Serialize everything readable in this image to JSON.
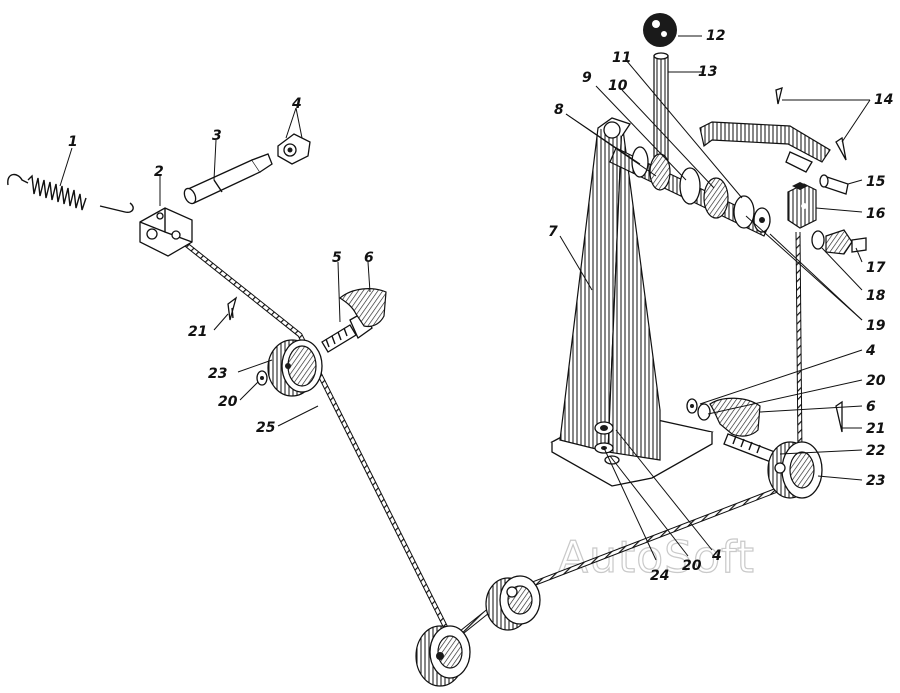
{
  "watermark": "AutoSoft",
  "callouts": {
    "c1": "1",
    "c2": "2",
    "c3": "3",
    "c4a": "4",
    "c5": "5",
    "c6a": "6",
    "c7": "7",
    "c8": "8",
    "c9": "9",
    "c10": "10",
    "c11": "11",
    "c12": "12",
    "c13": "13",
    "c14": "14",
    "c15": "15",
    "c16": "16",
    "c17": "17",
    "c18": "18",
    "c19": "19",
    "c4b": "4",
    "c20a": "20",
    "c6b": "6",
    "c21a": "21",
    "c22": "22",
    "c23a": "23",
    "c21b": "21",
    "c23b": "23",
    "c20b": "20",
    "c25": "25",
    "c24": "24",
    "c20c": "20",
    "c4c": "4"
  }
}
